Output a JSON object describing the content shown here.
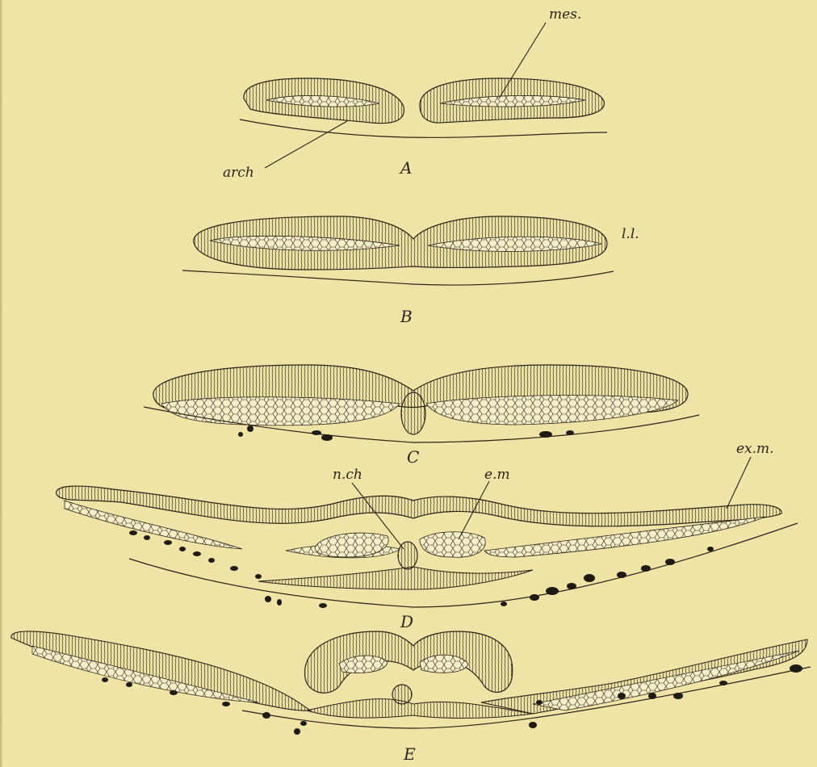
{
  "figure": {
    "panel_labels": [
      "A",
      "B",
      "C",
      "D",
      "E"
    ],
    "annotations": {
      "mes": "mes.",
      "arch": "arch",
      "ll": "l.l.",
      "exm": "ex.m.",
      "nch": "n.ch",
      "em": "e.m"
    }
  },
  "colors": {
    "paper": "#efe3a6",
    "ink": "#2a241a",
    "cell_fill": "#f6eec6",
    "yolk": "#1e1a14"
  }
}
